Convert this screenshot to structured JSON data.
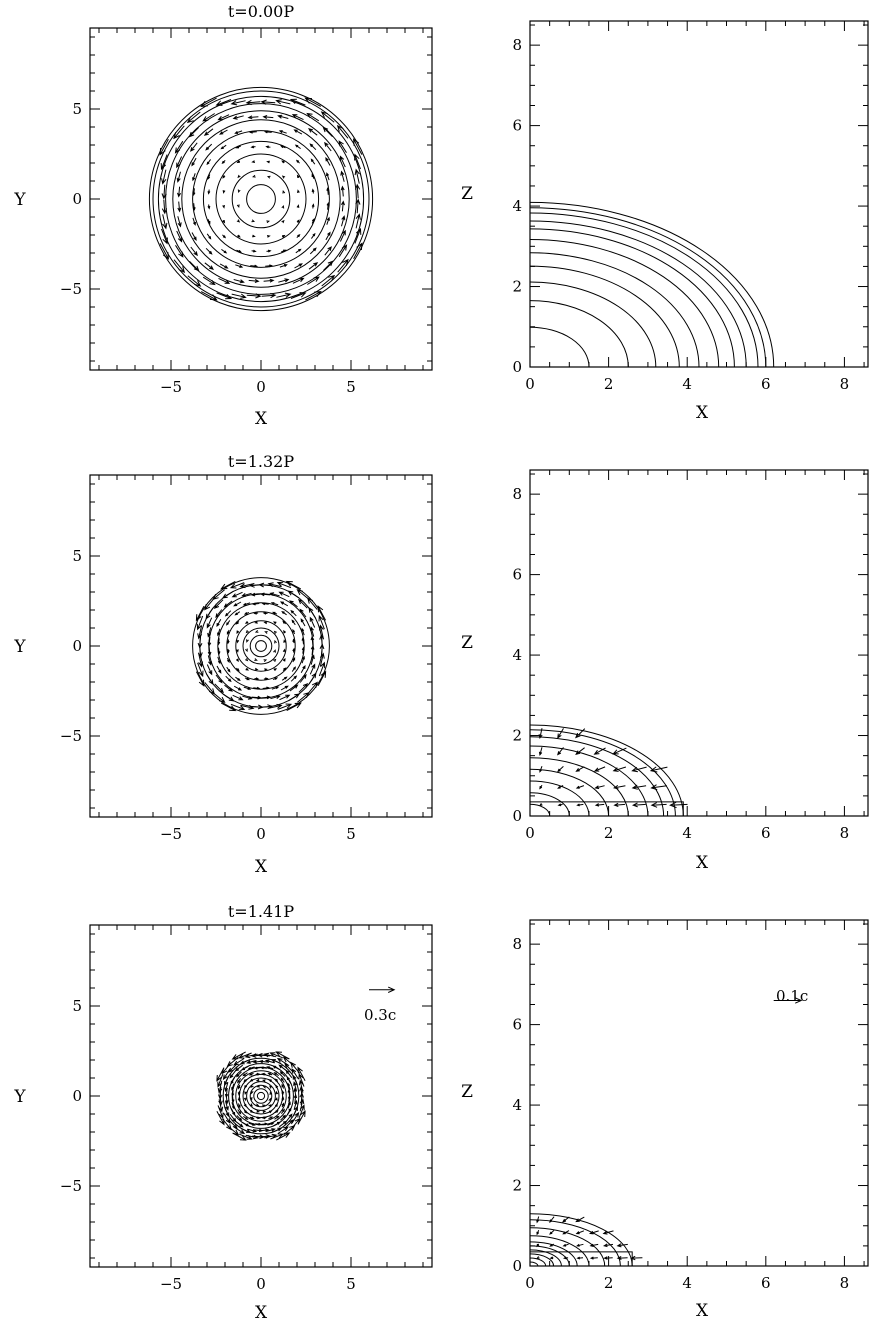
{
  "chart_data": [
    {
      "type": "contour-vector",
      "id": "xy-t0",
      "title": "t=0.00P",
      "xlabel": "X",
      "ylabel": "Y",
      "xlim": [
        -9.5,
        9.5
      ],
      "ylim": [
        -9.5,
        9.5
      ],
      "xticks": [
        -5,
        0,
        5
      ],
      "yticks": [
        -5,
        0,
        5
      ],
      "tick_labels_x": [
        "−5",
        "0",
        "5"
      ],
      "tick_labels_y": [
        "−5",
        "0",
        "5"
      ],
      "contour_radii": [
        0.8,
        1.6,
        2.5,
        3.2,
        3.8,
        4.4,
        4.9,
        5.3,
        5.7,
        6.0,
        6.2
      ],
      "flow": "rotation",
      "vector_extent": 6.2,
      "vector_scale": 0.22,
      "spin": 1
    },
    {
      "type": "contour-vector",
      "id": "xz-t0",
      "title": "",
      "xlabel": "X",
      "ylabel": "Z",
      "xlim": [
        0,
        8.6
      ],
      "ylim": [
        0,
        8.6
      ],
      "xticks": [
        0,
        2,
        4,
        6,
        8
      ],
      "yticks": [
        0,
        2,
        4,
        6,
        8
      ],
      "tick_labels_x": [
        "0",
        "2",
        "4",
        "6",
        "8"
      ],
      "tick_labels_y": [
        "0",
        "2",
        "4",
        "6",
        "8"
      ],
      "contour_radii": [
        1.5,
        2.5,
        3.2,
        3.8,
        4.3,
        4.8,
        5.2,
        5.5,
        5.8,
        6.0,
        6.2
      ],
      "z_ratio": 0.66,
      "flow": "none"
    },
    {
      "type": "contour-vector",
      "id": "xy-t132",
      "title": "t=1.32P",
      "xlabel": "X",
      "ylabel": "Y",
      "xlim": [
        -9.5,
        9.5
      ],
      "ylim": [
        -9.5,
        9.5
      ],
      "xticks": [
        -5,
        0,
        5
      ],
      "yticks": [
        -5,
        0,
        5
      ],
      "tick_labels_x": [
        "−5",
        "0",
        "5"
      ],
      "tick_labels_y": [
        "−5",
        "0",
        "5"
      ],
      "contour_radii": [
        0.3,
        0.6,
        1.0,
        1.4,
        1.9,
        2.4,
        2.9,
        3.4,
        3.8
      ],
      "flow": "rotation",
      "vector_extent": 3.9,
      "vector_scale": 0.32,
      "spin": 1
    },
    {
      "type": "contour-vector",
      "id": "xz-t132",
      "title": "",
      "xlabel": "X",
      "ylabel": "Z",
      "xlim": [
        0,
        8.6
      ],
      "ylim": [
        0,
        8.6
      ],
      "xticks": [
        0,
        2,
        4,
        6,
        8
      ],
      "yticks": [
        0,
        2,
        4,
        6,
        8
      ],
      "tick_labels_x": [
        "0",
        "2",
        "4",
        "6",
        "8"
      ],
      "tick_labels_y": [
        "0",
        "2",
        "4",
        "6",
        "8"
      ],
      "contour_radii": [
        0.5,
        1.0,
        1.5,
        2.0,
        2.5,
        3.0,
        3.4,
        3.7,
        3.9
      ],
      "z_ratio": 0.58,
      "flow": "infall",
      "vector_extent": 3.9,
      "vector_scale": 0.5
    },
    {
      "type": "contour-vector",
      "id": "xy-t141",
      "title": "t=1.41P",
      "xlabel": "X",
      "ylabel": "Y",
      "xlim": [
        -9.5,
        9.5
      ],
      "ylim": [
        -9.5,
        9.5
      ],
      "xticks": [
        -5,
        0,
        5
      ],
      "yticks": [
        -5,
        0,
        5
      ],
      "tick_labels_x": [
        "−5",
        "0",
        "5"
      ],
      "tick_labels_y": [
        "−5",
        "0",
        "5"
      ],
      "contour_radii": [
        0.2,
        0.4,
        0.6,
        0.8,
        1.0,
        1.2,
        1.4,
        1.6,
        1.8,
        2.1
      ],
      "flow": "rotation",
      "vector_extent": 2.6,
      "vector_scale": 0.45,
      "spin": 1,
      "reference_vector": {
        "label": "0.3c",
        "x": 6.0,
        "y": 5.9,
        "length": 1.4
      }
    },
    {
      "type": "contour-vector",
      "id": "xz-t141",
      "title": "",
      "xlabel": "X",
      "ylabel": "Z",
      "xlim": [
        0,
        8.6
      ],
      "ylim": [
        0,
        8.6
      ],
      "xticks": [
        0,
        2,
        4,
        6,
        8
      ],
      "yticks": [
        0,
        2,
        4,
        6,
        8
      ],
      "tick_labels_x": [
        "0",
        "2",
        "4",
        "6",
        "8"
      ],
      "tick_labels_y": [
        "0",
        "2",
        "4",
        "6",
        "8"
      ],
      "contour_radii": [
        0.2,
        0.4,
        0.6,
        0.8,
        1.0,
        1.2,
        1.5,
        1.9,
        2.3,
        2.6
      ],
      "z_ratio": 0.5,
      "flow": "infall",
      "vector_extent": 2.8,
      "vector_scale": 0.45,
      "reference_vector": {
        "label": "0.1c",
        "x": 6.2,
        "y": 6.6,
        "length": 0.7
      }
    }
  ]
}
